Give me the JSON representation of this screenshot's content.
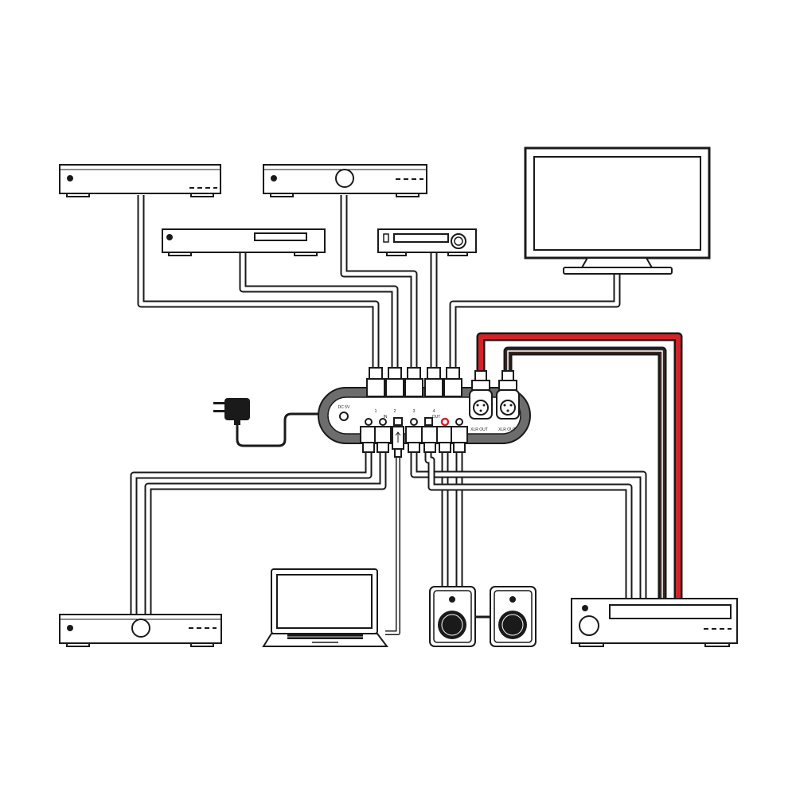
{
  "hub": {
    "label_dc": "DC 5V",
    "port_numbers": [
      "1",
      "2",
      "3",
      "4"
    ],
    "label_in": "IN",
    "label_out": "OUT",
    "label_xlr_1": "XLR OUT",
    "label_xlr_2": "XLR OUT"
  },
  "colors": {
    "stroke": "#1a1a1a",
    "hub_body": "#6d6d6d",
    "hub_panel": "#ffffff",
    "xlr_red": "#d2232a",
    "xlr_dark": "#3b2a24",
    "background": "#ffffff"
  },
  "devices": [
    {
      "name": "source-player-1",
      "icon": "blu-ray-player-icon"
    },
    {
      "name": "source-player-2",
      "icon": "blu-ray-player-icon"
    },
    {
      "name": "source-player-3",
      "icon": "media-player-icon"
    },
    {
      "name": "source-player-4",
      "icon": "stereo-receiver-icon"
    },
    {
      "name": "display",
      "icon": "tv-monitor-icon"
    },
    {
      "name": "power-adapter",
      "icon": "power-adapter-icon"
    },
    {
      "name": "output-player",
      "icon": "av-receiver-icon"
    },
    {
      "name": "laptop",
      "icon": "laptop-icon"
    },
    {
      "name": "speakers",
      "icon": "speaker-icon"
    },
    {
      "name": "amplifier",
      "icon": "av-receiver-icon"
    }
  ]
}
